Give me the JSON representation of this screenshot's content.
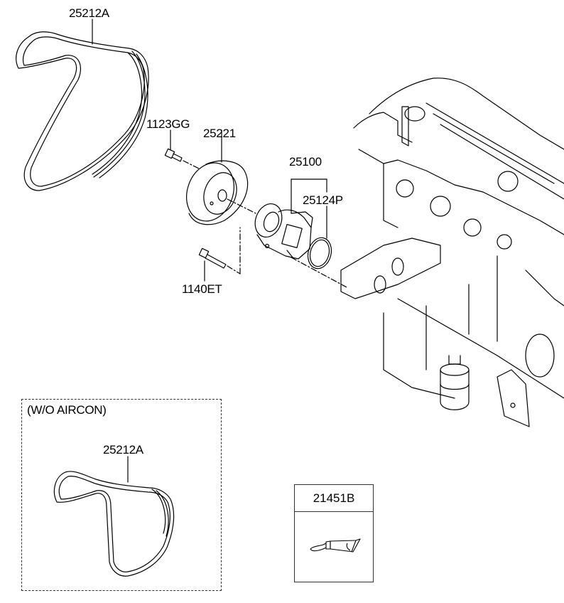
{
  "diagram": {
    "type": "exploded parts diagram",
    "parts": [
      {
        "id": "belt_main",
        "number": "25212A"
      },
      {
        "id": "bolt_pulley",
        "number": "1123GG"
      },
      {
        "id": "pulley",
        "number": "25221"
      },
      {
        "id": "water_pump",
        "number": "25100"
      },
      {
        "id": "gasket",
        "number": "25124P"
      },
      {
        "id": "bolt_pump",
        "number": "1140ET"
      }
    ],
    "variant_box": {
      "title": "(W/O AIRCON)",
      "part_number": "25212A"
    },
    "kit_box": {
      "part_number": "21451B"
    }
  },
  "colors": {
    "line": "#000000",
    "background": "#ffffff"
  }
}
